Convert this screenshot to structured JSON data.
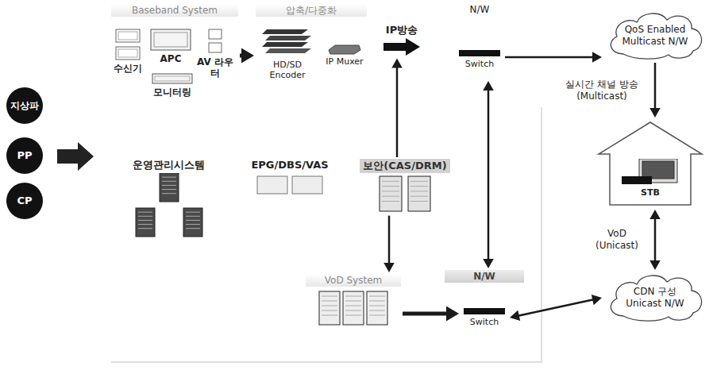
{
  "diagram": {
    "nodes": [
      {
        "text": [
          "지상파"
        ]
      },
      {
        "text": [
          "PP"
        ]
      },
      {
        "text": [
          "CP"
        ]
      },
      {
        "text": [
          "Baseband System"
        ]
      },
      {
        "text": [
          "수신기"
        ],
        "in": 3
      },
      {
        "text": [
          "APC"
        ],
        "in": 3
      },
      {
        "text": [
          "AV 라우터"
        ],
        "in": 3
      },
      {
        "text": [
          "모니터링"
        ],
        "in": 3
      },
      {
        "text": [
          "압축/다중화"
        ]
      },
      {
        "text": [
          "HD/SD Encoder"
        ],
        "in": 8
      },
      {
        "text": [
          "IP Muxer"
        ],
        "in": 8
      },
      {
        "text": [
          "IP방송"
        ]
      },
      {
        "text": [
          "N/W"
        ]
      },
      {
        "text": [
          "Switch"
        ],
        "in": 12
      },
      {
        "text": [
          "QoS Enabled Multicast N/W"
        ]
      },
      {
        "text": [
          "STB"
        ]
      },
      {
        "text": [
          "운영관리시스템"
        ]
      },
      {
        "text": [
          "EPG/DBS/VAS"
        ]
      },
      {
        "text": [
          "보안(CAS/DRM)"
        ]
      },
      {
        "text": [
          "VoD System"
        ]
      },
      {
        "text": [
          "N/W"
        ]
      },
      {
        "text": [
          "Switch"
        ],
        "in": 20
      },
      {
        "text": [
          "CDN 구성 Unicast N/W"
        ]
      }
    ],
    "edges": [
      {
        "from": 3,
        "to": 8,
        "arrow": "to"
      },
      {
        "from": 18,
        "to": 11,
        "arrow": "to"
      },
      {
        "from": 18,
        "to": 19,
        "arrow": "to"
      },
      {
        "from": 13,
        "to": 14,
        "arrow": "to"
      },
      {
        "from": 14,
        "to": 15,
        "arrow": "to",
        "label": "실시간 채널 방송 (Multicast)"
      },
      {
        "from": 15,
        "to": 22,
        "arrow": "both",
        "label": "VoD (Unicast)"
      },
      {
        "from": 12,
        "to": 20,
        "arrow": "both"
      },
      {
        "from": 19,
        "to": 21,
        "arrow": "to"
      },
      {
        "from": 21,
        "to": 22,
        "arrow": "both"
      }
    ]
  }
}
